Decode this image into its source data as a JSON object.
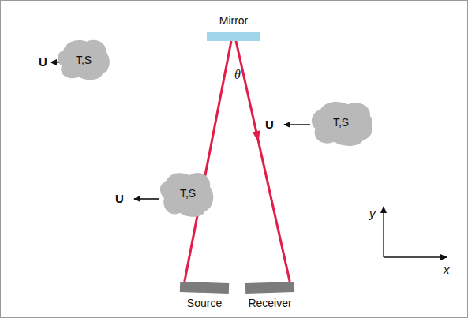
{
  "diagram": {
    "nodes": [
      {
        "text": [
          "Mirror"
        ]
      },
      {
        "text": [
          "T,S"
        ]
      },
      {
        "text": [
          "T,S"
        ]
      },
      {
        "text": [
          "T,S"
        ]
      },
      {
        "text": [
          "Source"
        ]
      },
      {
        "text": [
          "Receiver"
        ]
      }
    ],
    "edges": [
      {
        "from": 4,
        "to": 0,
        "arrow": "to"
      },
      {
        "from": 0,
        "to": 5,
        "arrow": "to"
      }
    ],
    "labels": [
      "U",
      "U",
      "U",
      "θ",
      "y",
      "x"
    ]
  }
}
